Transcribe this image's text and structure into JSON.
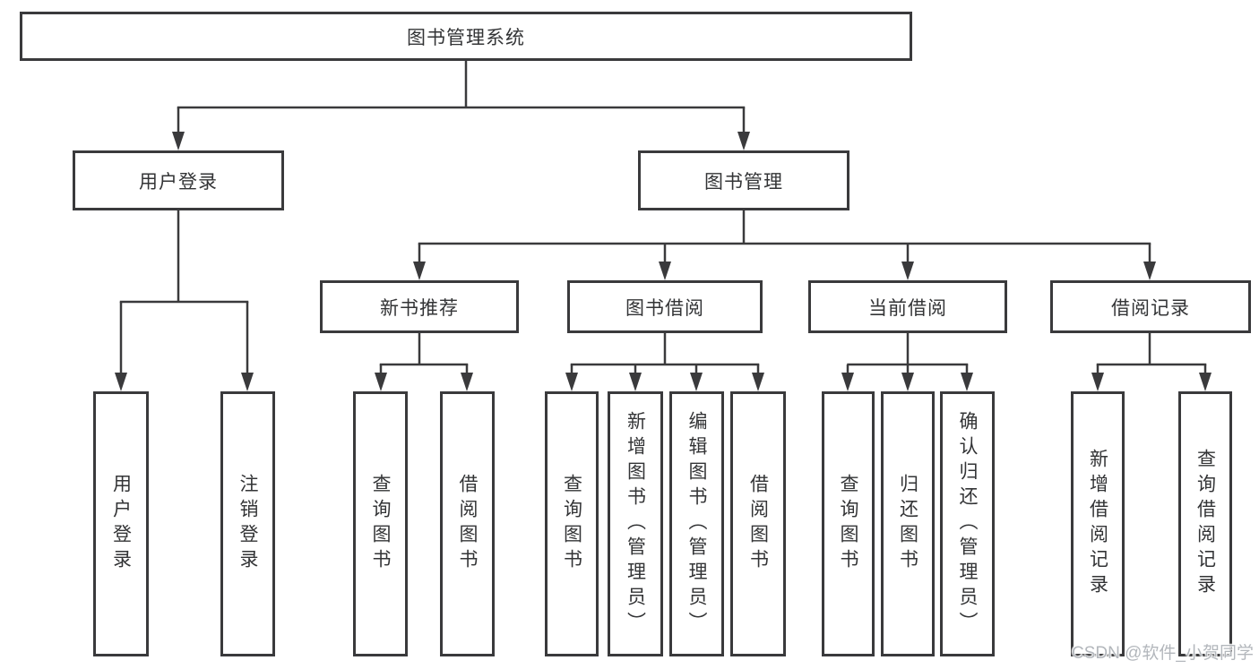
{
  "diagram": {
    "root": {
      "label": "图书管理系统"
    },
    "level2": [
      {
        "label": "用户登录"
      },
      {
        "label": "图书管理"
      }
    ],
    "level3": [
      {
        "label": "新书推荐"
      },
      {
        "label": "图书借阅"
      },
      {
        "label": "当前借阅"
      },
      {
        "label": "借阅记录"
      }
    ],
    "leaves": {
      "user_login": [
        {
          "label": "用户登录"
        },
        {
          "label": "注销登录"
        }
      ],
      "new_books": [
        {
          "label": "查询图书"
        },
        {
          "label": "借阅图书"
        }
      ],
      "book_borrow": [
        {
          "label": "查询图书"
        },
        {
          "label": "新增图书（管理员）"
        },
        {
          "label": "编辑图书（管理员）"
        },
        {
          "label": "借阅图书"
        }
      ],
      "current_borrow": [
        {
          "label": "查询图书"
        },
        {
          "label": "归还图书"
        },
        {
          "label": "确认归还（管理员）"
        }
      ],
      "borrow_records": [
        {
          "label": "新增借阅记录"
        },
        {
          "label": "查询借阅记录"
        }
      ]
    },
    "colors": {
      "line": "#3a3a3c",
      "text": "#333436",
      "background": "#ffffff",
      "watermark_text_color": "#b3b7bc"
    }
  },
  "watermark": {
    "text": "CSDN @软件_小贺同学"
  }
}
